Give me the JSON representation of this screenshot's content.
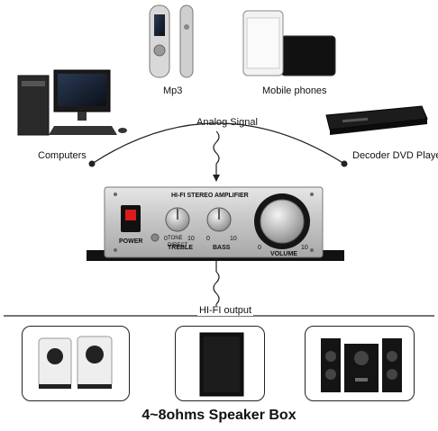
{
  "labels": {
    "mp3": "Mp3",
    "phones": "Mobile phones",
    "computers": "Computers",
    "dvd": "Decoder DVD Player",
    "analog": "Analog Signal",
    "hifi_output": "HI-FI output",
    "speaker_caption": "4~8ohms Speaker Box"
  },
  "amplifier": {
    "brand": "HI-FI STEREO AMPLIFIER",
    "power": "POWER",
    "treble": "TREBLE",
    "bass": "BASS",
    "volume": "VOLUME",
    "tone": "TONE",
    "direct": "DIRECT",
    "min": "0",
    "max": "10"
  },
  "colors": {
    "amp_silver": "#c9c9c9",
    "amp_dark": "#1a1a1a",
    "line": "#222222"
  }
}
